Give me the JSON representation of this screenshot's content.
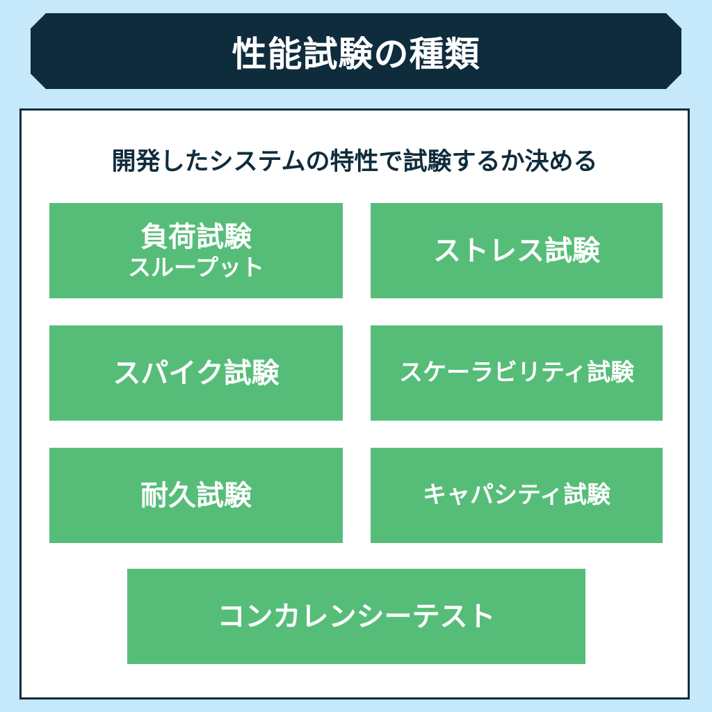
{
  "header": {
    "title": "性能試験の種類"
  },
  "panel": {
    "subtitle": "開発したシステムの特性で試験するか決める",
    "cards": [
      {
        "label": "負荷試験",
        "sublabel": "スループット"
      },
      {
        "label": "ストレス試験"
      },
      {
        "label": "スパイク試験"
      },
      {
        "label": "スケーラビリティ試験"
      },
      {
        "label": "耐久試験"
      },
      {
        "label": "キャパシティ試験"
      },
      {
        "label": "コンカレンシーテスト"
      }
    ]
  },
  "colors": {
    "background": "#c5e8fb",
    "banner": "#0f2c3c",
    "card": "#56bd79",
    "text_dark": "#0f2c3c",
    "text_light": "#ffffff"
  }
}
